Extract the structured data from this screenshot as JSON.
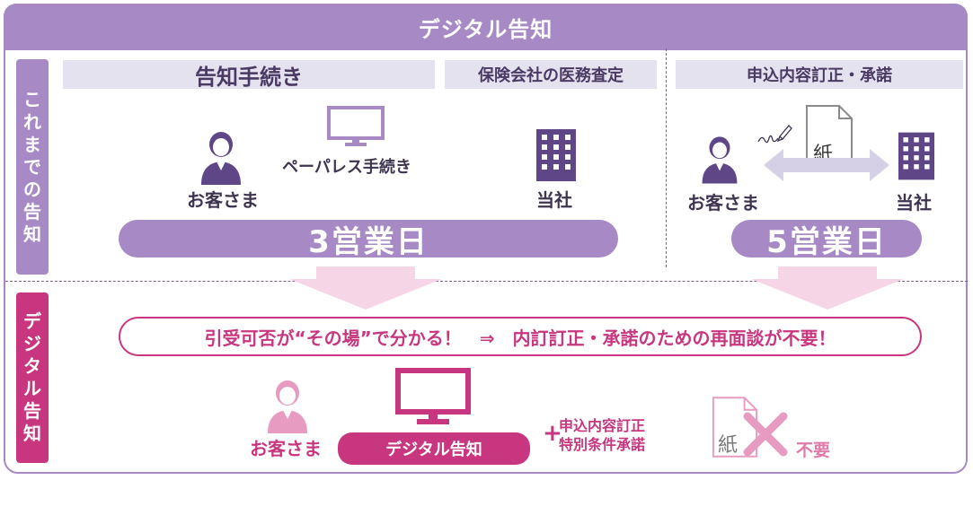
{
  "title": "デジタル告知",
  "side_labels": {
    "old": [
      "こ",
      "れ",
      "ま",
      "で",
      "の",
      "告",
      "知"
    ],
    "new": [
      "デ",
      "ジ",
      "タ",
      "ル",
      "告",
      "知"
    ]
  },
  "old_section": {
    "procedure_header": "告知手続き",
    "insurer_header": "保険会社の医務査定",
    "correction_header": "申込内容訂正・承諾",
    "customer_label": "お客さま",
    "paperless_label": "ペーパレス手続き",
    "company_label": "当社",
    "days_left": "3営業日",
    "paper_label": "紙",
    "customer_label_right": "お客さま",
    "company_label_right": "当社",
    "days_right": "5営業日"
  },
  "new_section": {
    "banner": "引受可否が“その場”で分かる！　⇒　内訂訂正・承諾のための再面談が不要！",
    "customer_label": "お客さま",
    "digital_button": "デジタル告知",
    "plus": "+",
    "extra_line1": "申込内容訂正",
    "extra_line2": "特別条件承諾",
    "paper_label": "紙",
    "unneeded_label": "不要"
  },
  "icons": {
    "person": "person-icon",
    "monitor": "monitor-icon",
    "building": "building-icon",
    "document": "document-icon",
    "pen": "pen-signature-icon",
    "arrow_both": "double-arrow-icon",
    "arrow_down": "down-arrow-icon",
    "cross": "cross-icon"
  },
  "colors": {
    "purple": "#a689c5",
    "light_lavender": "#e5e2ef",
    "dark_purple": "#5f4687",
    "magenta": "#c7367f",
    "pink": "#e89bc0",
    "pale_pink": "#f6d6e6"
  }
}
